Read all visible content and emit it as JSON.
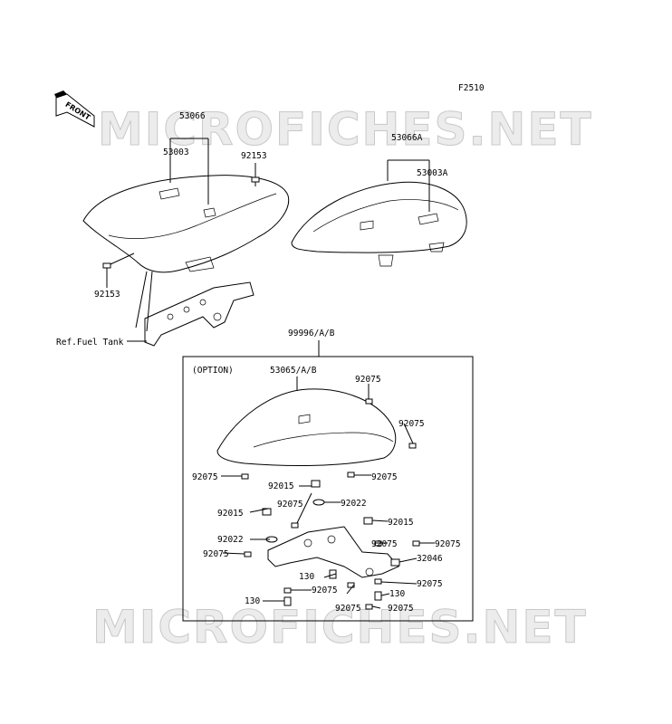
{
  "watermark": "MICROFICHES.NET",
  "figure_code": "F2510",
  "front_badge": "FRONT",
  "ref_label": "Ref.Fuel Tank",
  "option_label": "(OPTION)",
  "parts": {
    "rider_seat_assy": "53066",
    "rider_seat_strap": "53003",
    "rider_bolt_right": "92153",
    "rider_bolt_left": "92153",
    "pillion_seat_assy": "53066A",
    "pillion_seat_strap": "53003A",
    "option_kit": "99996/A/B",
    "option_cover": "53065/A/B",
    "bolt_top": "92075",
    "bolt_right": "92075",
    "bolt_left_upper": "92075",
    "bolt_right_mid": "92075",
    "collar_center": "92015",
    "bolt_center_upper": "92075",
    "washer_center": "92022",
    "collar_left": "92015",
    "collar_right": "92015",
    "washer_left": "92022",
    "bolt_bracket_mid": "92075",
    "bolt_far_right": "92075",
    "bolt_left_lower": "92075",
    "bracket_right": "32046",
    "screw_center": "130",
    "bolt_lower_right": "92075",
    "bolt_lower_center": "92075",
    "screw_right": "130",
    "screw_left": "130",
    "bolt_bottom_left": "92075",
    "bolt_bottom_right": "92075"
  }
}
